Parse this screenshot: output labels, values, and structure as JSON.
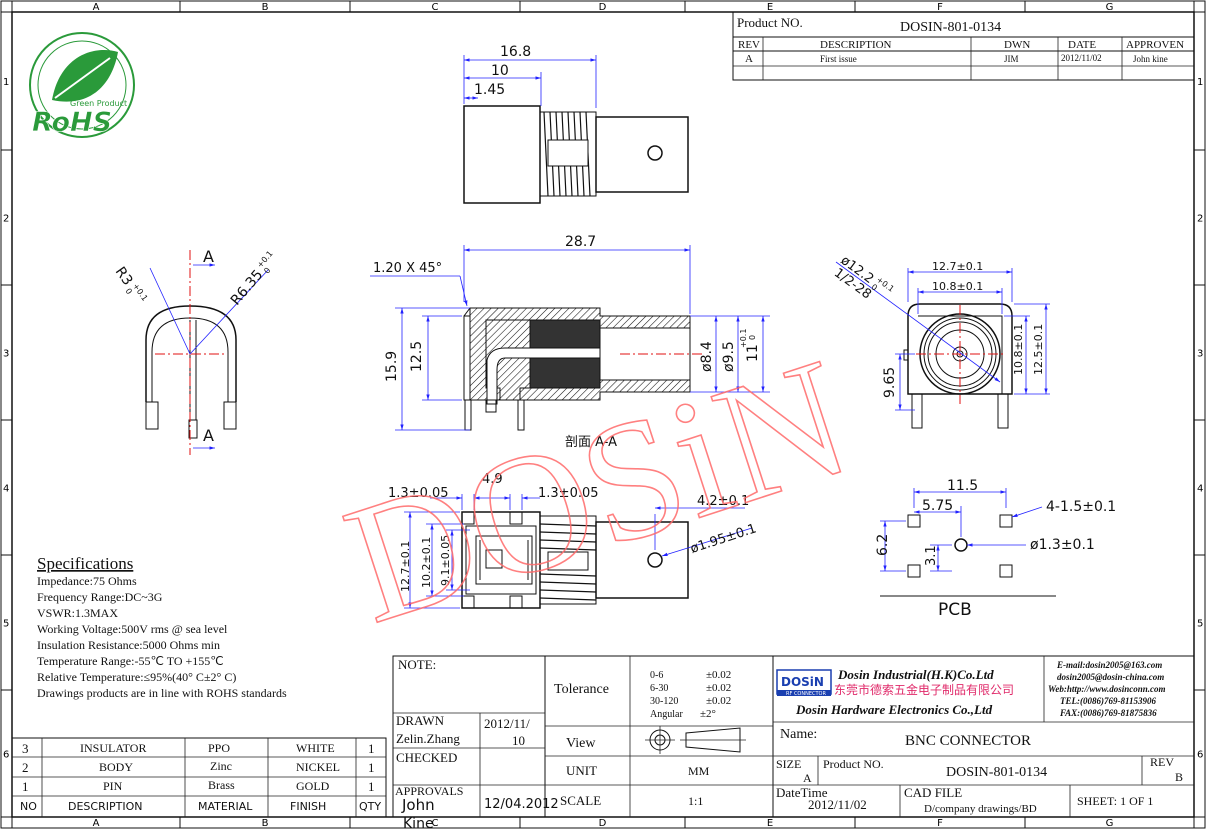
{
  "grid": {
    "cols": [
      "A",
      "B",
      "C",
      "D",
      "E",
      "F",
      "G"
    ],
    "rows": [
      "1",
      "2",
      "3",
      "4",
      "5",
      "6"
    ]
  },
  "logo": {
    "text": "RoHS",
    "sub": "Green Product"
  },
  "header": {
    "product_no_label": "Product NO.",
    "product_no": "DOSIN-801-0134",
    "col_rev": "REV",
    "col_desc": "DESCRIPTION",
    "col_dwn": "DWN",
    "col_date": "DATE",
    "col_approven": "APPROVEN",
    "row": {
      "rev": "A",
      "desc": "First issue",
      "dwn": "JIM",
      "date": "2012/11/02",
      "approven": "John kine"
    }
  },
  "dims": {
    "top_16_8": "16.8",
    "top_10": "10",
    "top_1_45": "1.45",
    "side_28_7": "28.7",
    "chamfer": "1.20  X 45°",
    "h_15_9": "15.9",
    "h_12_5": "12.5",
    "d_8_4": "ø8.4",
    "d_9_5": "ø9.5",
    "d_11": "11",
    "tol_11": "+0.1",
    "tol_11b": "0",
    "r3": "R3",
    "r3_tol": "+0.1",
    "r3_tol2": "0",
    "r6_35": "R6.35",
    "r6_tol": "+0.1",
    "r6_tol2": "0",
    "section_mark": "A",
    "section_label": "剖面 A-A",
    "front_d12_2": "ø12.2",
    "front_d12_tol": "+0.1",
    "front_d12_tol2": "0",
    "front_1_28": "1/2-28",
    "front_12_7": "12.7±0.1",
    "front_10_8": "10.8±0.1",
    "front_v10_8": "10.8±0.1",
    "front_v12_5": "12.5±0.1",
    "front_9_65": "9.65",
    "bot_1_3a": "1.3±0.05",
    "bot_4_9": "4.9",
    "bot_1_3b": "1.3±0.05",
    "bot_4_2": "4.2±0.1",
    "bot_d1_95": "ø1.95±0.1",
    "bot_12_7": "12.7±0.1",
    "bot_10_2": "10.2±0.1",
    "bot_9_1": "9.1±0.05",
    "pcb_11_5": "11.5",
    "pcb_5_75": "5.75",
    "pcb_holes": "4-1.5±0.1",
    "pcb_6_2": "6.2",
    "pcb_3_1": "3.1",
    "pcb_d1_3": "ø1.3±0.1",
    "pcb_label": "PCB"
  },
  "watermark": "DOSiN",
  "specs": {
    "title": "Specifications",
    "lines": [
      "Impedance:75 Ohms",
      "Frequency Range:DC~3G",
      "VSWR:1.3MAX",
      "Working Voltage:500V rms @ sea level",
      "Insulation Resistance:5000 Ohms min",
      "Temperature Range:-55℃ TO +155℃",
      "Relative Temperature:≤95%(40° C±2° C)",
      "Drawings products are in line with ROHS standards"
    ]
  },
  "bom": {
    "headers": {
      "no": "NO",
      "desc": "DESCRIPTION",
      "mat": "MATERIAL",
      "fin": "FINISH",
      "qty": "QTY"
    },
    "rows": [
      {
        "no": "3",
        "desc": "INSULATOR",
        "mat": "PPO",
        "fin": "WHITE",
        "qty": "1"
      },
      {
        "no": "2",
        "desc": "BODY",
        "mat": "Zinc",
        "fin": "NICKEL",
        "qty": "1"
      },
      {
        "no": "1",
        "desc": "PIN",
        "mat": "Brass",
        "fin": "GOLD",
        "qty": "1"
      }
    ]
  },
  "title_block": {
    "note": "NOTE:",
    "drawn": "DRAWN",
    "drawn_by": "Zelin.Zhang",
    "drawn_date": "2012/11/",
    "drawn_date2": "10",
    "checked": "CHECKED",
    "approvals": "APPROVALS",
    "approver": "John",
    "approver2": "Kine",
    "appr_date": "12/04.2012",
    "tolerance": "Tolerance",
    "tol_rows": [
      {
        "range": "0-6",
        "val": "±0.02"
      },
      {
        "range": "6-30",
        "val": "±0.02"
      },
      {
        "range": "30-120",
        "val": "±0.02"
      },
      {
        "range": "Angular",
        "val": "±2°"
      }
    ],
    "view": "View",
    "unit": "UNIT",
    "unit_val": "MM",
    "scale": "SCALE",
    "scale_val": "1:1",
    "company_logo": "DOSiN",
    "company_logo_sub": "RF CONNECTOR",
    "company_en": "Dosin Industrial(H.K)Co.Ltd",
    "company_cn": "东莞市德索五金电子制品有限公司",
    "company_en2": "Dosin Hardware Electronics Co.,Ltd",
    "contact": [
      "E-mail:dosin2005@163.com",
      "dosin2005@dosin-china.com",
      "Web:http://www.dosinconn.com",
      "TEL:(0086)769-81153906",
      "FAX:(0086)769-81875836"
    ],
    "name_label": "Name:",
    "name": "BNC CONNECTOR",
    "size_label": "SIZE",
    "size": "A",
    "product_no_label": "Product NO.",
    "product_no": "DOSIN-801-0134",
    "rev_label": "REV",
    "rev": "B",
    "datetime_label": "DateTime",
    "datetime": "2012/11/02",
    "cad_label": "CAD FILE",
    "cad": "D/company drawings/BD",
    "sheet": "SHEET:  1 OF 1"
  }
}
